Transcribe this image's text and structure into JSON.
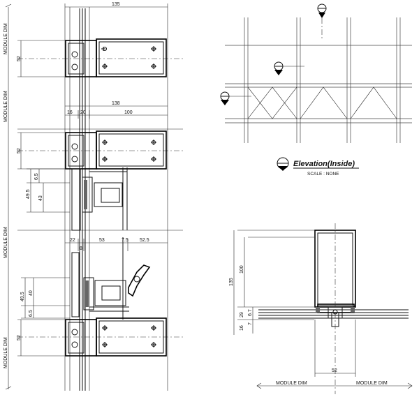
{
  "section": {
    "module_dim_label": "MODULE DIM",
    "top_width": "135",
    "row_total": "138",
    "row_a": "16",
    "row_b": "20",
    "row_c": "100",
    "mull_depth_1": "52",
    "mull_depth_2": "52",
    "mull_depth_3": "52",
    "upper_495": "49.5",
    "upper_65": "6.5",
    "upper_43": "43",
    "vent_a": "22",
    "vent_b": "8",
    "vent_c": "53",
    "vent_d": "7.5",
    "vent_e": "52.5",
    "lower_495": "49.5",
    "lower_40": "40",
    "lower_65": "6.5"
  },
  "elevation": {
    "title": "Elevation(Inside)",
    "scale": "SCALE : NONE"
  },
  "plan": {
    "overall": "135",
    "depth": "100",
    "d29": "29",
    "d16": "16",
    "d67": "6.7",
    "d7": "7",
    "width": "52",
    "module_dim_left": "MODULE DIM",
    "module_dim_right": "MODULE DIM"
  }
}
